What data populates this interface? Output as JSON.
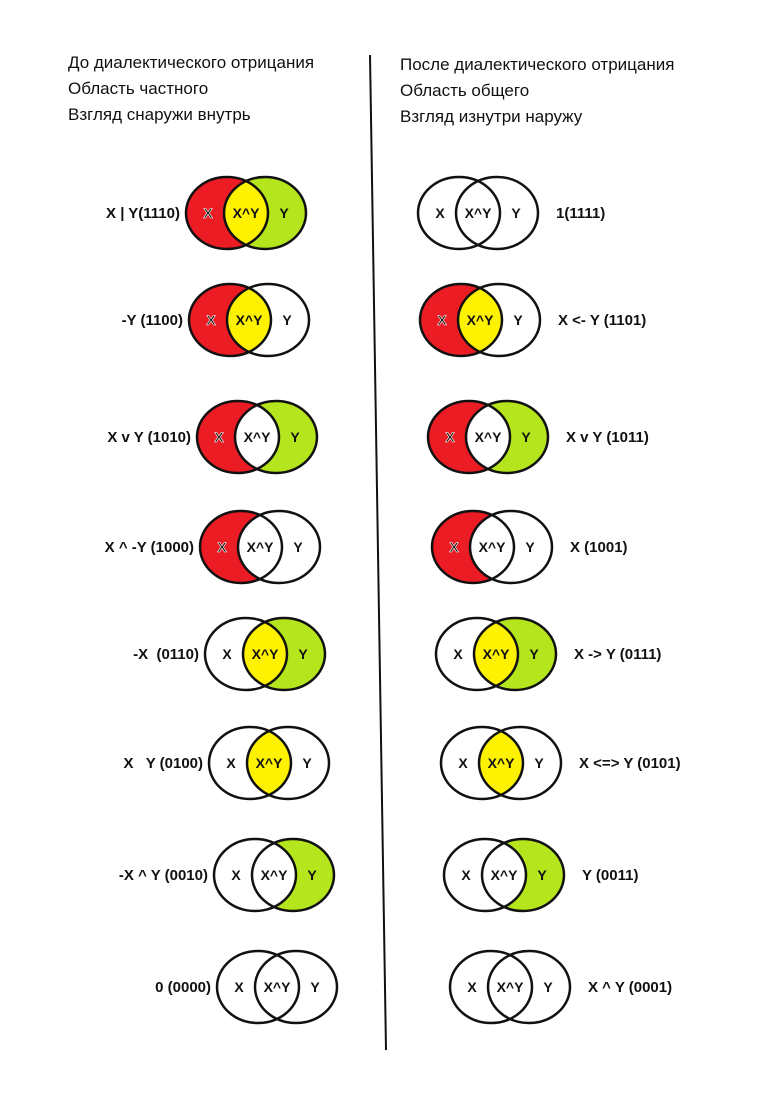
{
  "left_header": [
    "До диалектического отрицания",
    "Область частного",
    "Взгляд снаружи внутрь"
  ],
  "right_header": [
    "После диалектического отрицания",
    "Область общего",
    "Взгляд изнутри наружу"
  ],
  "region_labels": {
    "x": "X",
    "xy": "X^Y",
    "y": "Y"
  },
  "colors": {
    "red": "#ec1c24",
    "yellow": "#fff200",
    "green": "#b5e61d",
    "white": "#ffffff"
  },
  "left_column": [
    {
      "label": "X | Y(1110)",
      "fills": [
        "red",
        "yellow",
        "green"
      ]
    },
    {
      "label": "-Y (1100)",
      "fills": [
        "red",
        "yellow",
        "white"
      ]
    },
    {
      "label": "X v Y (1010)",
      "fills": [
        "red",
        "white",
        "green"
      ]
    },
    {
      "label": "X ^ -Y (1000)",
      "fills": [
        "red",
        "white",
        "white"
      ]
    },
    {
      "label": "-X  (0110)",
      "fills": [
        "white",
        "yellow",
        "green"
      ]
    },
    {
      "label": "X   Y (0100)",
      "fills": [
        "white",
        "yellow",
        "white"
      ]
    },
    {
      "label": "-X ^ Y (0010)",
      "fills": [
        "white",
        "white",
        "green"
      ]
    },
    {
      "label": "0 (0000)",
      "fills": [
        "white",
        "white",
        "white"
      ]
    }
  ],
  "right_column": [
    {
      "label": "1(1111)",
      "fills": [
        "white",
        "white",
        "white"
      ]
    },
    {
      "label": "X <- Y (1101)",
      "fills": [
        "red",
        "yellow",
        "white"
      ]
    },
    {
      "label": "X v Y (1011)",
      "fills": [
        "red",
        "white",
        "green"
      ]
    },
    {
      "label": "X (1001)",
      "fills": [
        "red",
        "white",
        "white"
      ]
    },
    {
      "label": "X -> Y (0111)",
      "fills": [
        "white",
        "yellow",
        "green"
      ]
    },
    {
      "label": "X <=> Y (0101)",
      "fills": [
        "white",
        "yellow",
        "white"
      ]
    },
    {
      "label": "Y (0011)",
      "fills": [
        "white",
        "white",
        "green"
      ]
    },
    {
      "label": "X ^ Y (0001)",
      "fills": [
        "white",
        "white",
        "white"
      ]
    }
  ]
}
